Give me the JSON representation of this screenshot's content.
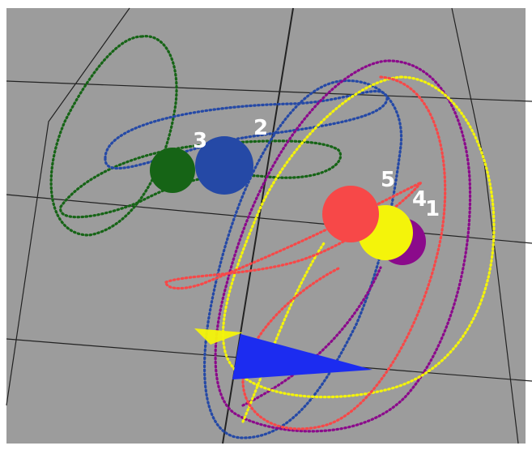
{
  "scene": {
    "background_color": "#9c9c9c",
    "frame_color": "#ffffff",
    "grid_color": "#222222",
    "bodies": [
      {
        "id": "1",
        "label": "1",
        "color": "#8b0a8b"
      },
      {
        "id": "2",
        "label": "2",
        "color": "#2549a6"
      },
      {
        "id": "3",
        "label": "3",
        "color": "#166416"
      },
      {
        "id": "4",
        "label": "4",
        "color": "#f4f40a"
      },
      {
        "id": "5",
        "label": "5",
        "color": "#f74848"
      }
    ],
    "marker_color": "#1c2cf0",
    "wedge_color": "#f4f40a"
  }
}
